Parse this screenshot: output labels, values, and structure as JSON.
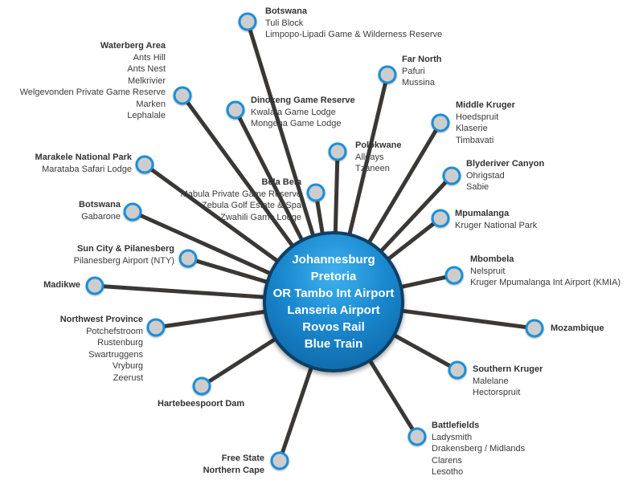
{
  "hub": {
    "lines": [
      "Johannesburg",
      "Pretoria",
      "OR Tambo Int Airport",
      "Lanseria Airport",
      "Rovos Rail",
      "Blue Train"
    ]
  },
  "destinations": [
    {
      "title": "Botswana",
      "items": [
        "Tuli Block",
        "Limpopo-Lipadi Game & Wilderness Reserve"
      ]
    },
    {
      "title": "Waterberg Area",
      "items": [
        "Ants Hill",
        "Ants Nest",
        "Melkrivier",
        "Welgevonden Private Game Reserve",
        "Marken",
        "Lephalale"
      ]
    },
    {
      "title": "Far North",
      "items": [
        "Pafuri",
        "Mussina"
      ]
    },
    {
      "title": "Dinokeng Game Reserve",
      "items": [
        "Kwalata Game Lodge",
        "Mongena Game Lodge"
      ]
    },
    {
      "title": "Middle Kruger",
      "items": [
        "Hoedspruit",
        "Klaserie",
        "Timbavati"
      ]
    },
    {
      "title": "Polokwane",
      "items": [
        "Alldays",
        "Tzaneen"
      ]
    },
    {
      "title": "Marakele National Park",
      "items": [
        "Marataba Safari Lodge"
      ]
    },
    {
      "title": "Blyderiver Canyon",
      "items": [
        "Ohrigstad",
        "Sabie"
      ]
    },
    {
      "title": "Bela Bela",
      "items": [
        "Mabula Private Game Reserve",
        "Zebula Golf Estate & Spa",
        "Zwahili Game Lodge"
      ]
    },
    {
      "title": "Botswana",
      "items": [
        "Gabarone"
      ]
    },
    {
      "title": "Mpumalanga",
      "items": [
        "Kruger National Park"
      ]
    },
    {
      "title": "Sun City & Pilanesberg",
      "items": [
        "Pilanesberg Airport (NTY)"
      ]
    },
    {
      "title": "Mbombela",
      "items": [
        "Nelspruit",
        "Kruger Mpumalanga Int Airport (KMIA)"
      ]
    },
    {
      "title": "Madikwe",
      "items": []
    },
    {
      "title": "Northwest Province",
      "items": [
        "Potchefstroom",
        "Rustenburg",
        "Swartruggens",
        "Vryburg",
        "Zeerust"
      ]
    },
    {
      "title": "Mozambique",
      "items": []
    },
    {
      "title": "Southern Kruger",
      "items": [
        "Malelane",
        "Hectorspruit"
      ]
    },
    {
      "title": "Hartebeespoort Dam",
      "items": []
    },
    {
      "title": "Battlefields",
      "items": [
        "Ladysmith",
        "Drakensberg / Midlands",
        "Clarens",
        "Lesotho"
      ]
    },
    {
      "title": "Free State",
      "items": [
        "Northern Cape"
      ]
    }
  ]
}
